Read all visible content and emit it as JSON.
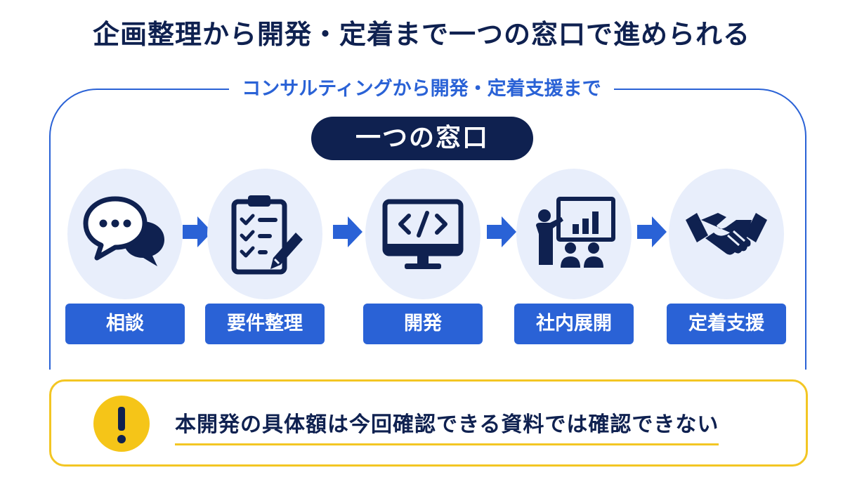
{
  "title": "企画整理から開発・定着まで一つの窓口で進められる",
  "subtitle": "コンサルティングから開発・定着支援まで",
  "window_label": "一つの窓口",
  "steps": [
    {
      "label": "相談",
      "icon": "chat-bubbles-icon"
    },
    {
      "label": "要件整理",
      "icon": "clipboard-checklist-icon"
    },
    {
      "label": "開発",
      "icon": "monitor-code-icon"
    },
    {
      "label": "社内展開",
      "icon": "presentation-audience-icon"
    },
    {
      "label": "定着支援",
      "icon": "handshake-icon"
    }
  ],
  "note": {
    "text": "本開発の具体額は今回確認できる資料では確認できない",
    "icon": "exclamation-icon"
  },
  "colors": {
    "navy": "#0f2150",
    "blue": "#2a62d6",
    "circle_bg": "#e8eefb",
    "warning_yellow": "#f5c518",
    "note_border": "#f3c623"
  }
}
